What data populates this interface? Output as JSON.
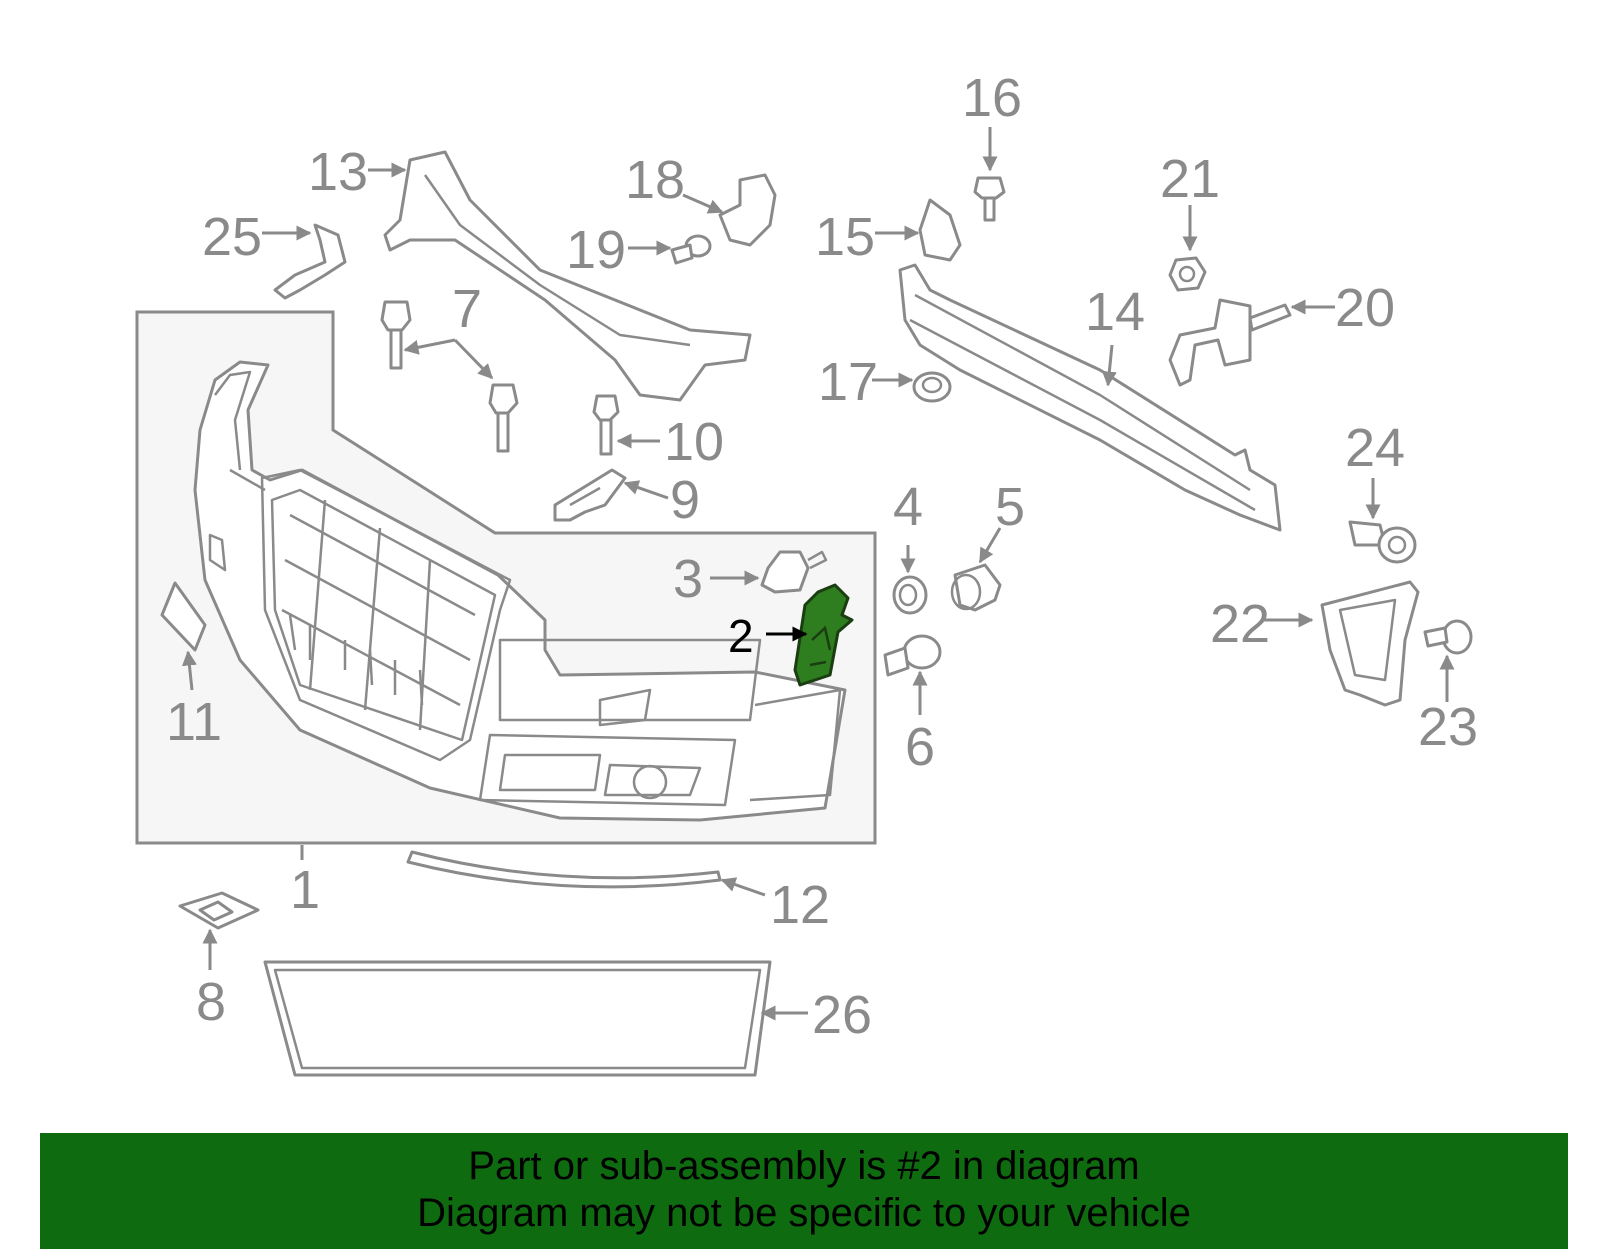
{
  "diagram": {
    "callouts": [
      "1",
      "2",
      "3",
      "4",
      "5",
      "6",
      "7",
      "8",
      "9",
      "10",
      "11",
      "12",
      "13",
      "14",
      "15",
      "16",
      "17",
      "18",
      "19",
      "20",
      "21",
      "22",
      "23",
      "24",
      "25",
      "26"
    ],
    "highlighted_part": "2",
    "colors": {
      "line": "#8a8a8a",
      "highlight": "#2e7d1f",
      "banner": "#0f6b0f",
      "inset": "#f5f5f5"
    }
  },
  "banner": {
    "line1": "Part or sub-assembly is #2 in diagram",
    "line2": "Diagram may not be specific to your vehicle"
  }
}
